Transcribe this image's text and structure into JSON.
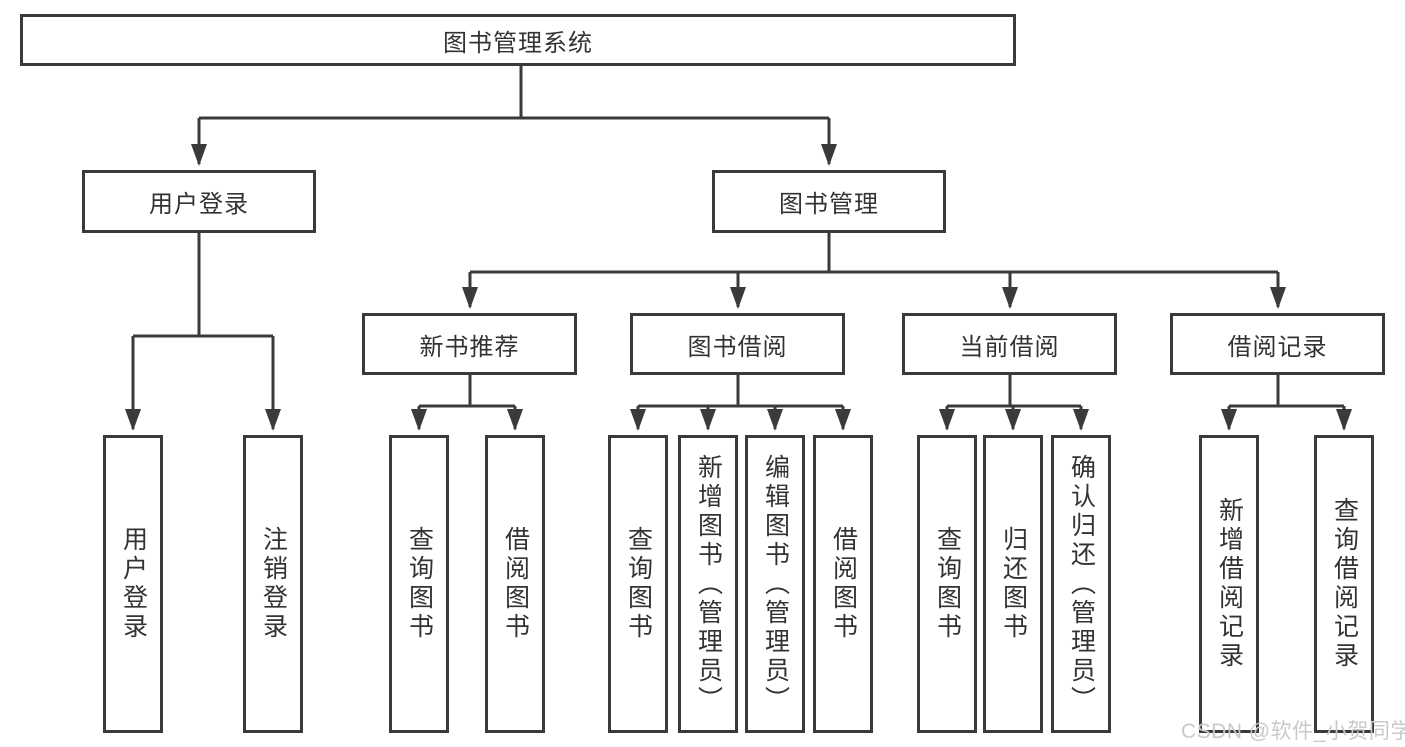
{
  "tree": {
    "label": "图书管理系统",
    "children": [
      {
        "label": "用户登录",
        "children": [
          {
            "label": "用户登录"
          },
          {
            "label": "注销登录"
          }
        ]
      },
      {
        "label": "图书管理",
        "children": [
          {
            "label": "新书推荐",
            "children": [
              {
                "label": "查询图书"
              },
              {
                "label": "借阅图书"
              }
            ]
          },
          {
            "label": "图书借阅",
            "children": [
              {
                "label": "查询图书"
              },
              {
                "label": "新增图书（管理员）"
              },
              {
                "label": "编辑图书（管理员）"
              },
              {
                "label": "借阅图书"
              }
            ]
          },
          {
            "label": "当前借阅",
            "children": [
              {
                "label": "查询图书"
              },
              {
                "label": "归还图书"
              },
              {
                "label": "确认归还（管理员）"
              }
            ]
          },
          {
            "label": "借阅记录",
            "children": [
              {
                "label": "新增借阅记录"
              },
              {
                "label": "查询借阅记录"
              }
            ]
          }
        ]
      }
    ]
  },
  "watermark": {
    "text": "CSDN @软件_小贺同学",
    "color": "#c9c9c9"
  },
  "colors": {
    "line": "#3a3a3a",
    "text": "#333333",
    "background": "#ffffff",
    "box_fill": "#ffffff"
  }
}
